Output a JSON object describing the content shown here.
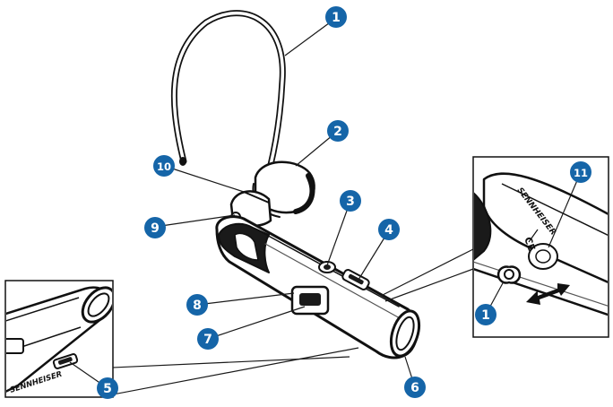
{
  "figure": {
    "colors": {
      "callout": "#1565a8",
      "outline": "#111111",
      "leader": "#1a1a1a",
      "fill": "#ffffff",
      "shade": "#cfcfcf"
    },
    "brand_text": "SENNHEISER",
    "brand_text_partial": "SENNHEISER",
    "ce_mark": "CE",
    "callouts": [
      {
        "id": "c1-earhook",
        "label": "1"
      },
      {
        "id": "c2-earpiece",
        "label": "2"
      },
      {
        "id": "c3-button",
        "label": "3"
      },
      {
        "id": "c4-button",
        "label": "4"
      },
      {
        "id": "c5-inset-slot",
        "label": "5"
      },
      {
        "id": "c6-tube-end",
        "label": "6"
      },
      {
        "id": "c7-slot",
        "label": "7"
      },
      {
        "id": "c8-slot",
        "label": "8"
      },
      {
        "id": "c9-hinge",
        "label": "9"
      },
      {
        "id": "c10-hook-joint",
        "label": "10"
      },
      {
        "id": "c11-contact",
        "label": "11"
      },
      {
        "id": "c1-inset-socket",
        "label": "1"
      }
    ]
  }
}
